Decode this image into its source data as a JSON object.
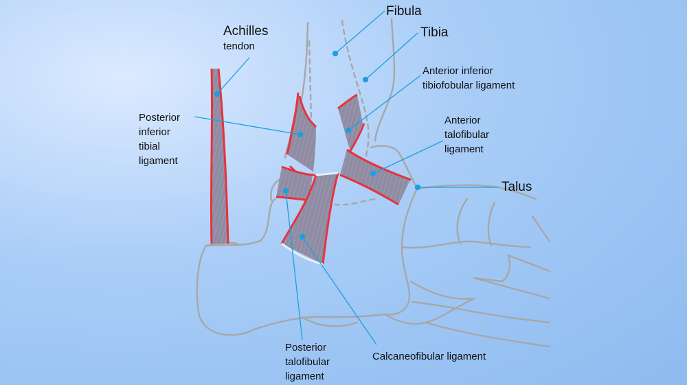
{
  "labels": {
    "achilles": [
      "Achilles",
      "tendon"
    ],
    "fibula": "Fibula",
    "tibia": "Tibia",
    "antInfTibiofibular": [
      "Anterior inferior",
      "tibiofobular ligament"
    ],
    "antTalofibular": [
      "Anterior",
      "talofibular",
      "ligament"
    ],
    "talus": "Talus",
    "postInfTibial": [
      "Posterior",
      "inferior",
      "tibial",
      "ligament"
    ],
    "postTalofibular": [
      "Posterior",
      "talofibular",
      "ligament"
    ],
    "calcaneofibular": "Calcaneofibular ligament"
  },
  "colors": {
    "bone": "#a7a7a7",
    "ligament": "#8c8aa0",
    "ligamentEdge": "#e8323c",
    "pointer": "#1aa0de"
  }
}
